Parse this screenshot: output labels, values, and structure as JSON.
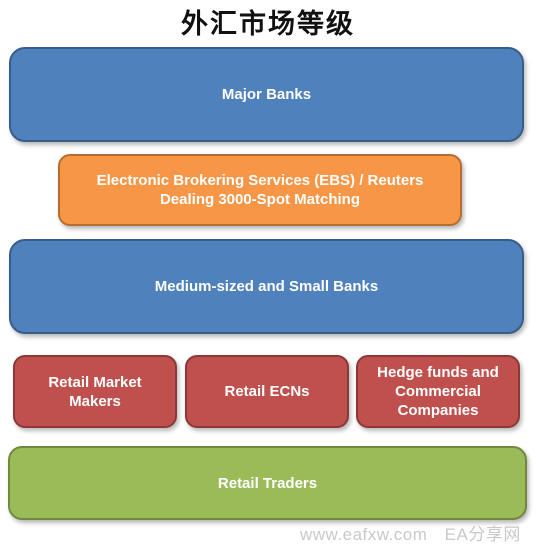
{
  "title": "外汇市场等级",
  "tiers": {
    "major_banks": "Major Banks",
    "ebs_reuters": "Electronic Brokering Services (EBS) / Reuters Dealing 3000-Spot Matching",
    "medium_small_banks": "Medium-sized and Small Banks",
    "retail_market_makers": "Retail Market Makers",
    "retail_ecns": "Retail ECNs",
    "hedge_funds": "Hedge funds and Commercial Companies",
    "retail_traders": "Retail Traders"
  },
  "watermark": {
    "url": "www.eafxw.com",
    "brand": "EA分享网"
  },
  "colors": {
    "blue": "#4f81bd",
    "orange": "#f79646",
    "red": "#c0504d",
    "green": "#9bbb59"
  }
}
